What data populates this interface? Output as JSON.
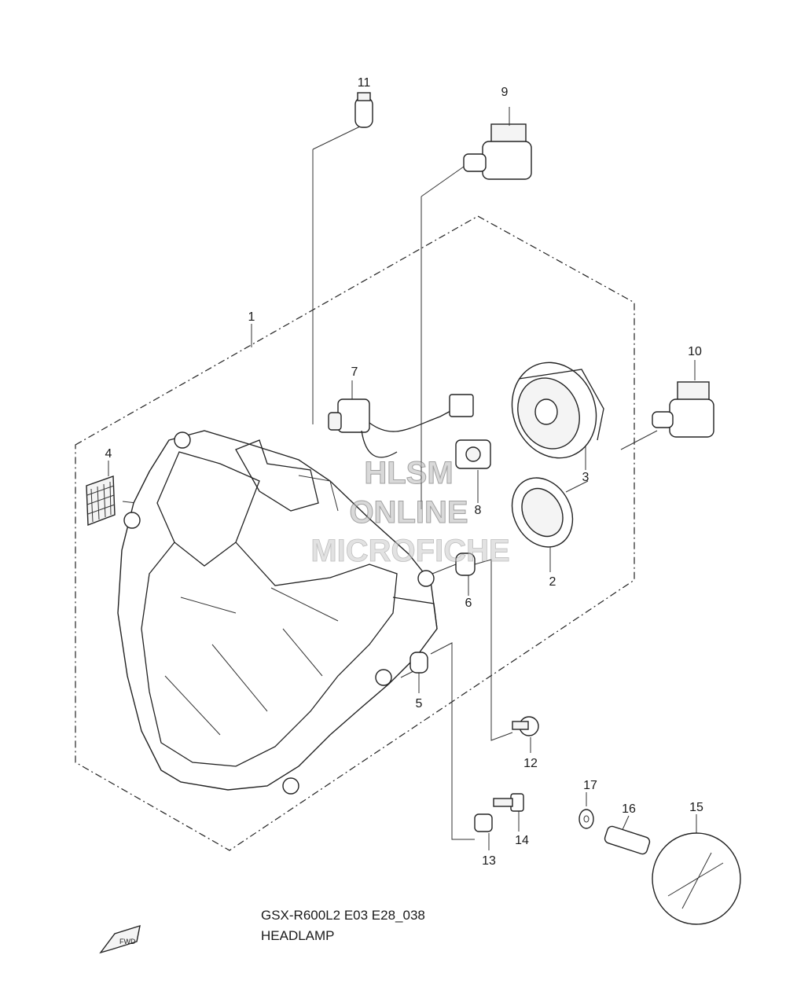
{
  "diagram": {
    "callouts": [
      "1",
      "2",
      "3",
      "4",
      "5",
      "6",
      "7",
      "8",
      "9",
      "10",
      "11",
      "12",
      "13",
      "14",
      "15",
      "16",
      "17"
    ],
    "caption": {
      "model": "GSX-R600L2 E03 E28_038",
      "title": "HEADLAMP"
    },
    "watermark": {
      "line1": "HLSM",
      "line2": "ONLINE",
      "line3": "MICROFICHE"
    },
    "fwd_label": "FWD"
  }
}
